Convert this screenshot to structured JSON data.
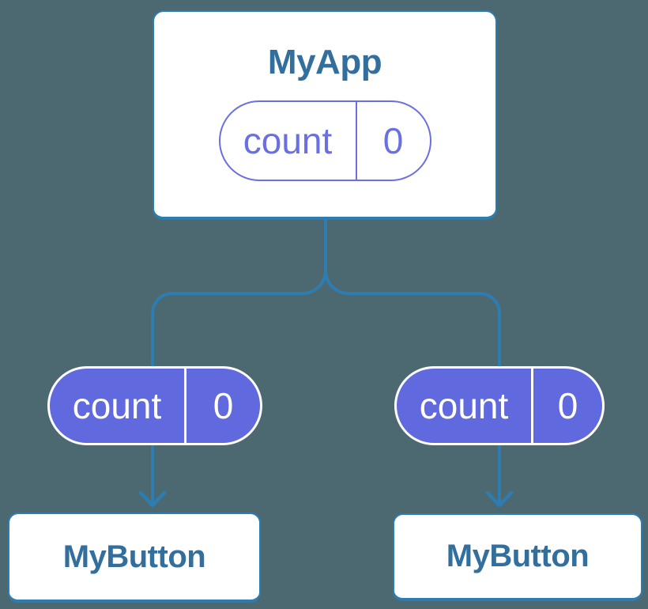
{
  "colors": {
    "background": "#4c6971",
    "connector": "#2e7db2",
    "card_border": "#2e7db2",
    "card_bg": "#ffffff",
    "component_label": "#336f9d",
    "state_fill": "#6169de",
    "state_outline": "#6a6fe2",
    "state_text_light": "#ffffff"
  },
  "diagram": {
    "root": {
      "title": "MyApp",
      "state": {
        "name": "count",
        "value": "0"
      }
    },
    "children": [
      {
        "title": "MyButton",
        "state": {
          "name": "count",
          "value": "0"
        }
      },
      {
        "title": "MyButton",
        "state": {
          "name": "count",
          "value": "0"
        }
      }
    ]
  }
}
